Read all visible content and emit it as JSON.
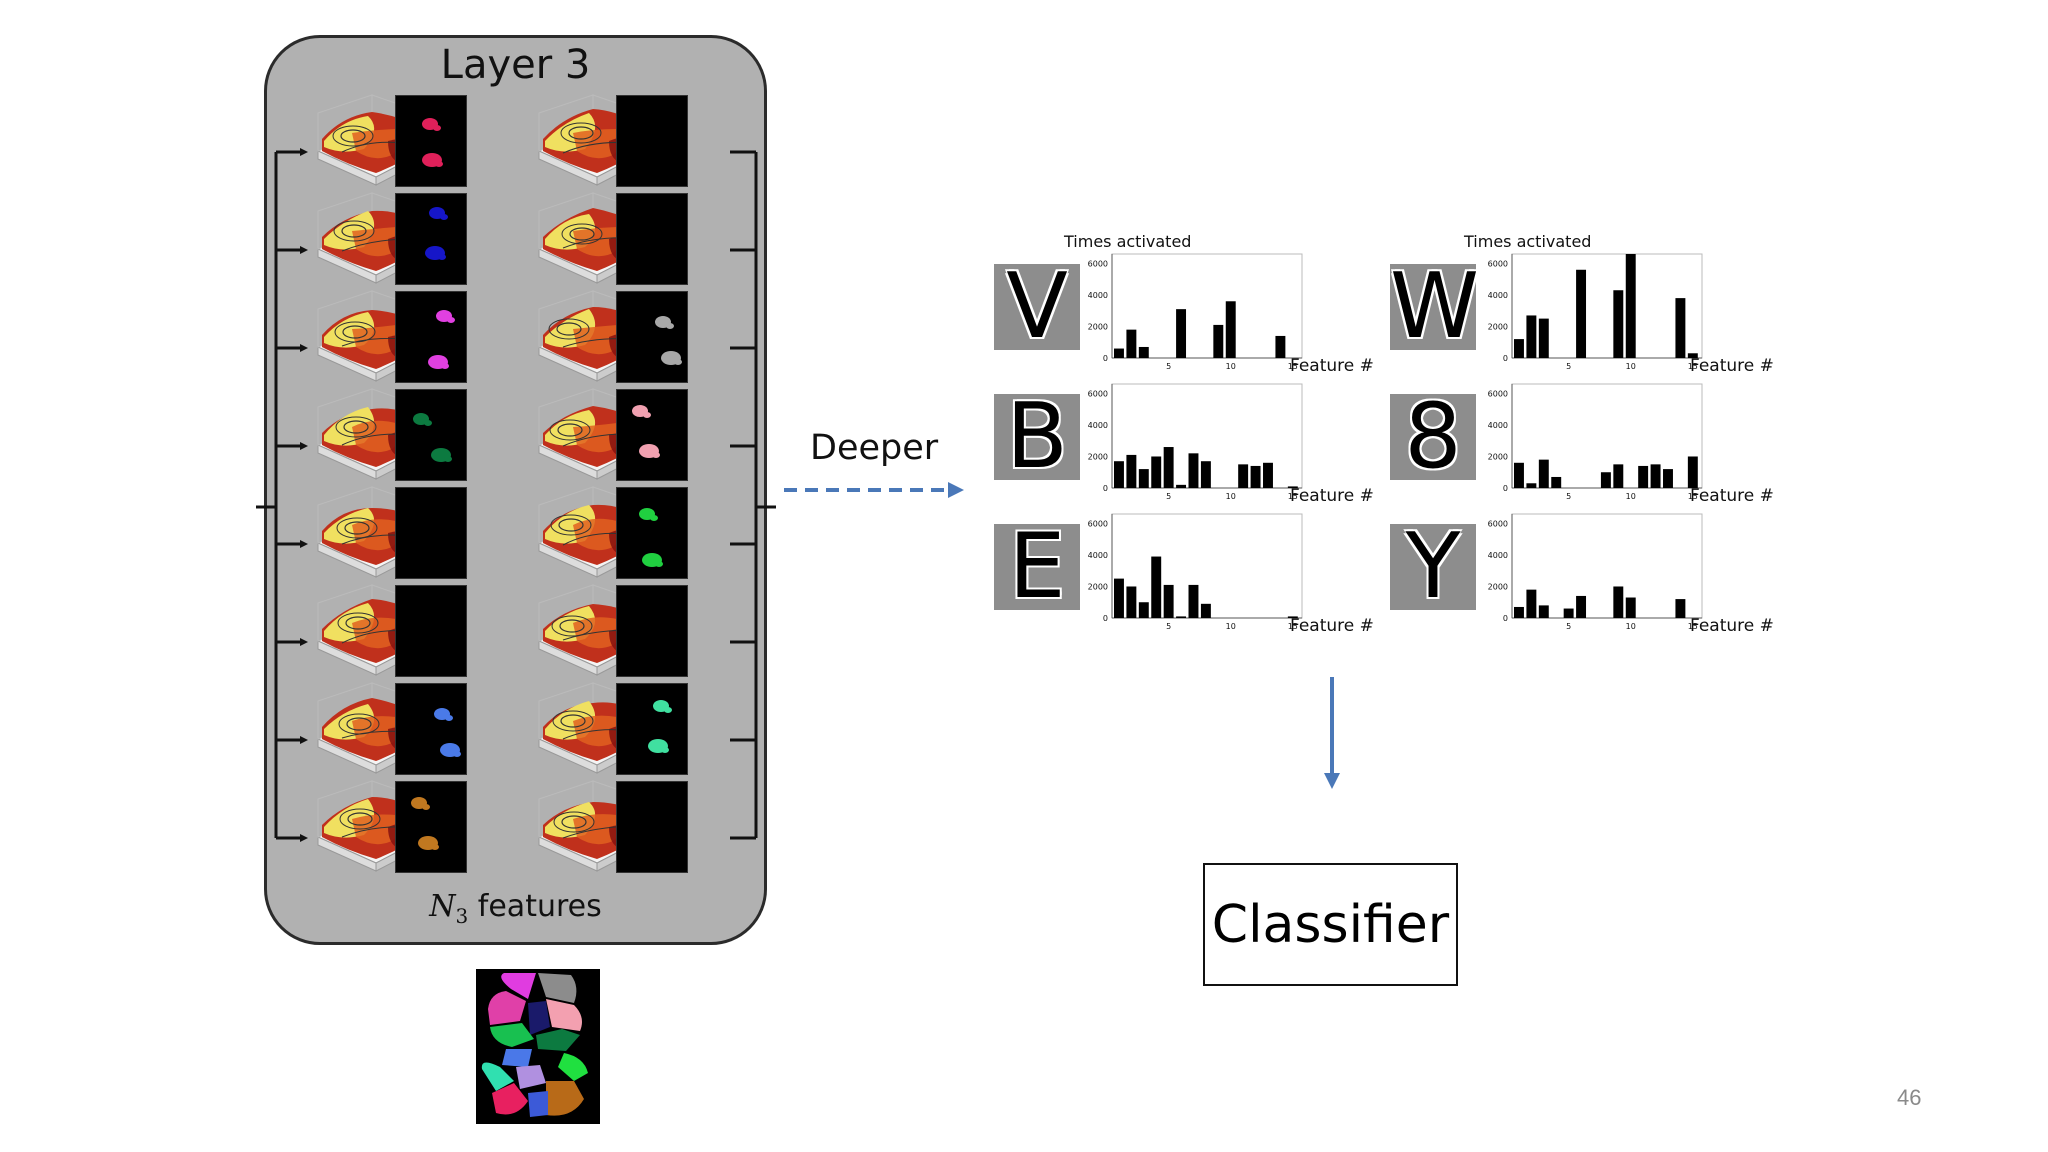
{
  "slide": {
    "layer_title": "Layer 3",
    "features_label": {
      "math_symbol": "N",
      "subscript": "3",
      "text": " features"
    },
    "deeper_label": "Deeper",
    "classifier_label": "Classifier",
    "page_number": "46"
  },
  "layer_rows": [
    {
      "left_dots": "#e0205a",
      "right_dots": null
    },
    {
      "left_dots": "#1616c8",
      "right_dots": null
    },
    {
      "left_dots": "#e040e0",
      "right_dots": "#a8a8a8"
    },
    {
      "left_dots": "#0c7a40",
      "right_dots": "#f0a0b0"
    },
    {
      "left_dots": null,
      "right_dots": "#20d040"
    },
    {
      "left_dots": null,
      "right_dots": null
    },
    {
      "left_dots": "#4a7ae8",
      "right_dots": "#40e0a0"
    },
    {
      "left_dots": "#c07820",
      "right_dots": null
    }
  ],
  "histograms": [
    {
      "letter": "V",
      "title": "Times activated",
      "xlabel": "Feature #",
      "chart_data": {
        "type": "bar",
        "x": [
          1,
          2,
          3,
          4,
          5,
          6,
          7,
          8,
          9,
          10,
          11,
          12,
          13,
          14,
          15
        ],
        "values": [
          600,
          1800,
          700,
          0,
          0,
          3100,
          0,
          0,
          2100,
          3600,
          0,
          0,
          0,
          1400,
          0
        ],
        "ylim": [
          0,
          6000
        ],
        "yticks": [
          0,
          2000,
          4000,
          6000
        ],
        "xticks": [
          5,
          10,
          15
        ]
      }
    },
    {
      "letter": "W",
      "title": "Times activated",
      "xlabel": "Feature #",
      "chart_data": {
        "type": "bar",
        "x": [
          1,
          2,
          3,
          4,
          5,
          6,
          7,
          8,
          9,
          10,
          11,
          12,
          13,
          14,
          15
        ],
        "values": [
          1200,
          2700,
          2500,
          0,
          0,
          5600,
          0,
          0,
          4300,
          6600,
          0,
          0,
          0,
          3800,
          300
        ],
        "ylim": [
          0,
          6000
        ],
        "yticks": [
          0,
          2000,
          4000,
          6000
        ],
        "xticks": [
          5,
          10,
          15
        ]
      }
    },
    {
      "letter": "B",
      "xlabel": "Feature #",
      "chart_data": {
        "type": "bar",
        "x": [
          1,
          2,
          3,
          4,
          5,
          6,
          7,
          8,
          9,
          10,
          11,
          12,
          13,
          14,
          15
        ],
        "values": [
          1700,
          2100,
          1200,
          2000,
          2600,
          200,
          2200,
          1700,
          0,
          0,
          1500,
          1400,
          1600,
          0,
          100
        ],
        "ylim": [
          0,
          6000
        ],
        "yticks": [
          0,
          2000,
          4000,
          6000
        ],
        "xticks": [
          5,
          10,
          15
        ]
      }
    },
    {
      "letter": "8",
      "xlabel": "Feature #",
      "chart_data": {
        "type": "bar",
        "x": [
          1,
          2,
          3,
          4,
          5,
          6,
          7,
          8,
          9,
          10,
          11,
          12,
          13,
          14,
          15
        ],
        "values": [
          1600,
          300,
          1800,
          700,
          0,
          0,
          0,
          1000,
          1500,
          0,
          1400,
          1500,
          1200,
          0,
          2000
        ],
        "ylim": [
          0,
          6000
        ],
        "yticks": [
          0,
          2000,
          4000,
          6000
        ],
        "xticks": [
          5,
          10,
          15
        ]
      }
    },
    {
      "letter": "E",
      "xlabel": "Feature #",
      "chart_data": {
        "type": "bar",
        "x": [
          1,
          2,
          3,
          4,
          5,
          6,
          7,
          8,
          9,
          10,
          11,
          12,
          13,
          14,
          15
        ],
        "values": [
          2500,
          2000,
          1000,
          3900,
          2100,
          100,
          2100,
          900,
          0,
          0,
          0,
          0,
          0,
          0,
          100
        ],
        "ylim": [
          0,
          6000
        ],
        "yticks": [
          0,
          2000,
          4000,
          6000
        ],
        "xticks": [
          5,
          10,
          15
        ]
      }
    },
    {
      "letter": "Y",
      "xlabel": "Feature #",
      "chart_data": {
        "type": "bar",
        "x": [
          1,
          2,
          3,
          4,
          5,
          6,
          7,
          8,
          9,
          10,
          11,
          12,
          13,
          14,
          15
        ],
        "values": [
          700,
          1800,
          800,
          0,
          600,
          1400,
          0,
          0,
          2000,
          1300,
          0,
          0,
          0,
          1200,
          0
        ],
        "ylim": [
          0,
          6000
        ],
        "yticks": [
          0,
          2000,
          4000,
          6000
        ],
        "xticks": [
          5,
          10,
          15
        ]
      }
    }
  ],
  "colors": {
    "panel_fill": "#b1b1b1",
    "arrow_blue": "#4a78b8",
    "bar": "#000000"
  }
}
